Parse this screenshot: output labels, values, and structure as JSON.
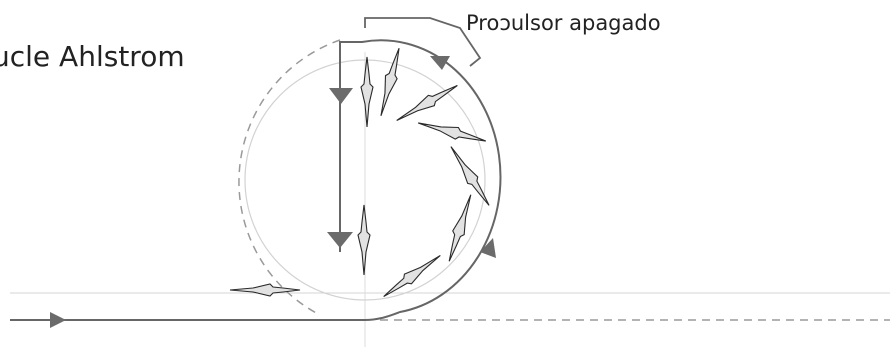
{
  "diagram": {
    "title": "ucle Ahlstrom",
    "callout_label": "Pro",
    "callout_label_mirrored": "ɔ",
    "callout_label_rest": "ulsor apagado",
    "colors": {
      "background": "#ffffff",
      "path": "#666666",
      "guide": "#d6d6d6",
      "dashed": "#9a9a9a",
      "arrow_fill": "#6b6b6b",
      "aircraft": "#2a2a2a",
      "aircraft_fill": "#e2e2e2",
      "text": "#222222"
    }
  }
}
